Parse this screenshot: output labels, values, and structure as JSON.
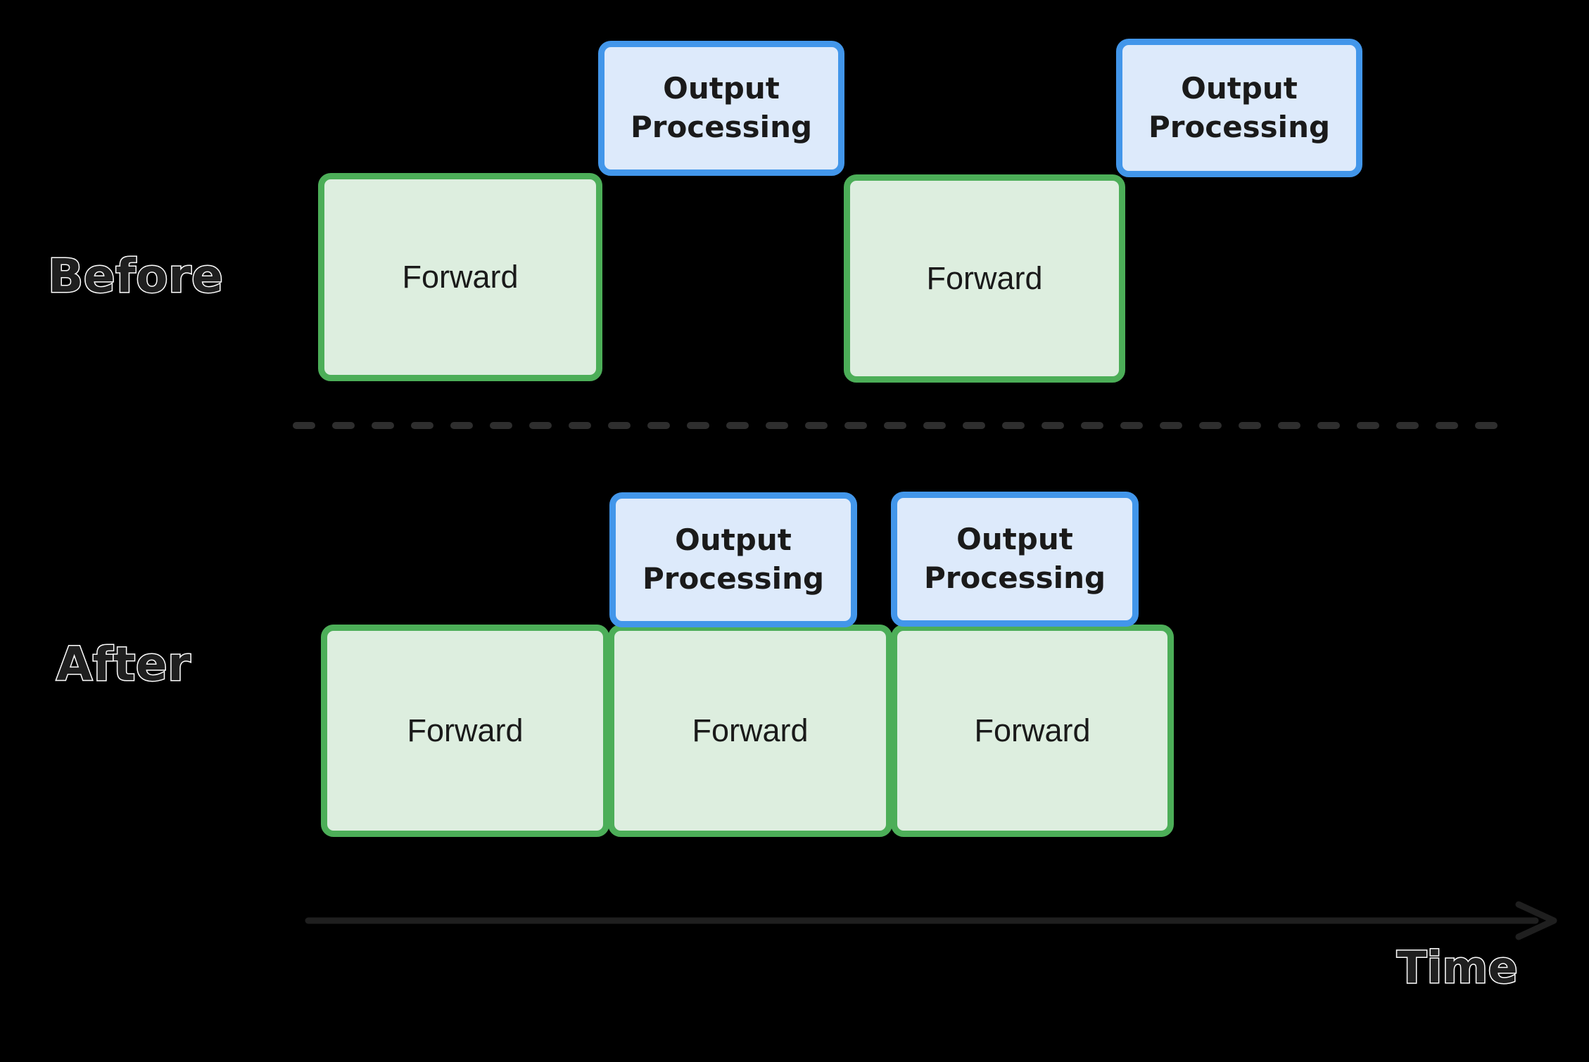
{
  "diagram": {
    "title_labels": {
      "before": "Before",
      "after": "After",
      "time": "Time"
    },
    "colors": {
      "background": "#000000",
      "forward_fill": "#ddeedf",
      "forward_border": "#4cae58",
      "output_fill": "#ddeafb",
      "output_border": "#4296ea",
      "divider": "#2e2e2e",
      "axis": "#1f1f1f",
      "label_text": "#1f1f1f",
      "label_outline": "#ffffff"
    },
    "rows": [
      {
        "name": "before",
        "label": "Before",
        "blocks": [
          {
            "kind": "forward",
            "label": "Forward"
          },
          {
            "kind": "output",
            "label": "Output\nProcessing"
          },
          {
            "kind": "forward",
            "label": "Forward"
          },
          {
            "kind": "output",
            "label": "Output\nProcessing"
          }
        ]
      },
      {
        "name": "after",
        "label": "After",
        "blocks": [
          {
            "kind": "output",
            "label": "Output\nProcessing"
          },
          {
            "kind": "output",
            "label": "Output\nProcessing"
          },
          {
            "kind": "forward",
            "label": "Forward"
          },
          {
            "kind": "forward",
            "label": "Forward"
          },
          {
            "kind": "forward",
            "label": "Forward"
          }
        ]
      }
    ],
    "axis": {
      "label": "Time",
      "direction": "right"
    }
  }
}
